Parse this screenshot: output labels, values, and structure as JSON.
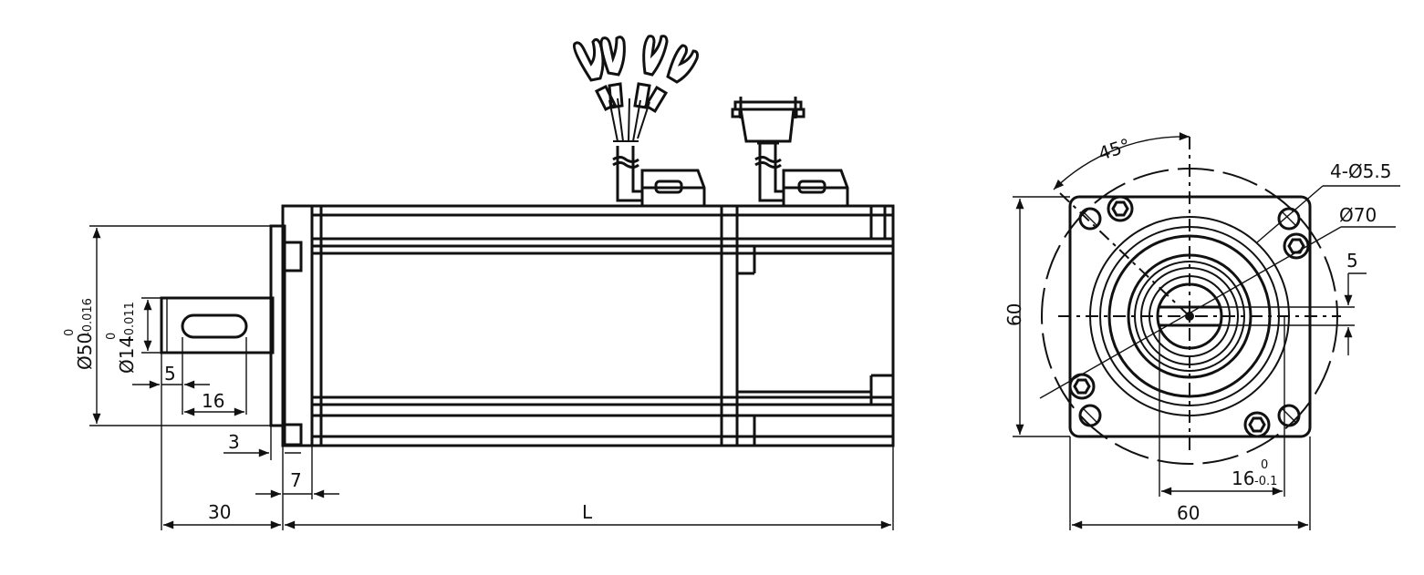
{
  "side_view": {
    "dim_flange_diameter": "Ø50",
    "dim_flange_tol_upper": "0",
    "dim_flange_tol_lower": "-0.016",
    "dim_shaft_diameter": "Ø14",
    "dim_shaft_tol_upper": "0",
    "dim_shaft_tol_lower": "-0.011",
    "dim_key_offset": "5",
    "dim_key_length": "16",
    "dim_flange_step": "3",
    "dim_flange_thickness": "7",
    "dim_shaft_length": "30",
    "dim_body_length": "L"
  },
  "front_view": {
    "dim_angle": "45°",
    "dim_holes": "4-Ø5.5",
    "dim_bolt_circle": "Ø70",
    "dim_key_width": "5",
    "dim_height": "60",
    "dim_width": "60",
    "dim_key_depth": "16",
    "dim_key_depth_tol_upper": "0",
    "dim_key_depth_tol_lower": "-0.1"
  }
}
